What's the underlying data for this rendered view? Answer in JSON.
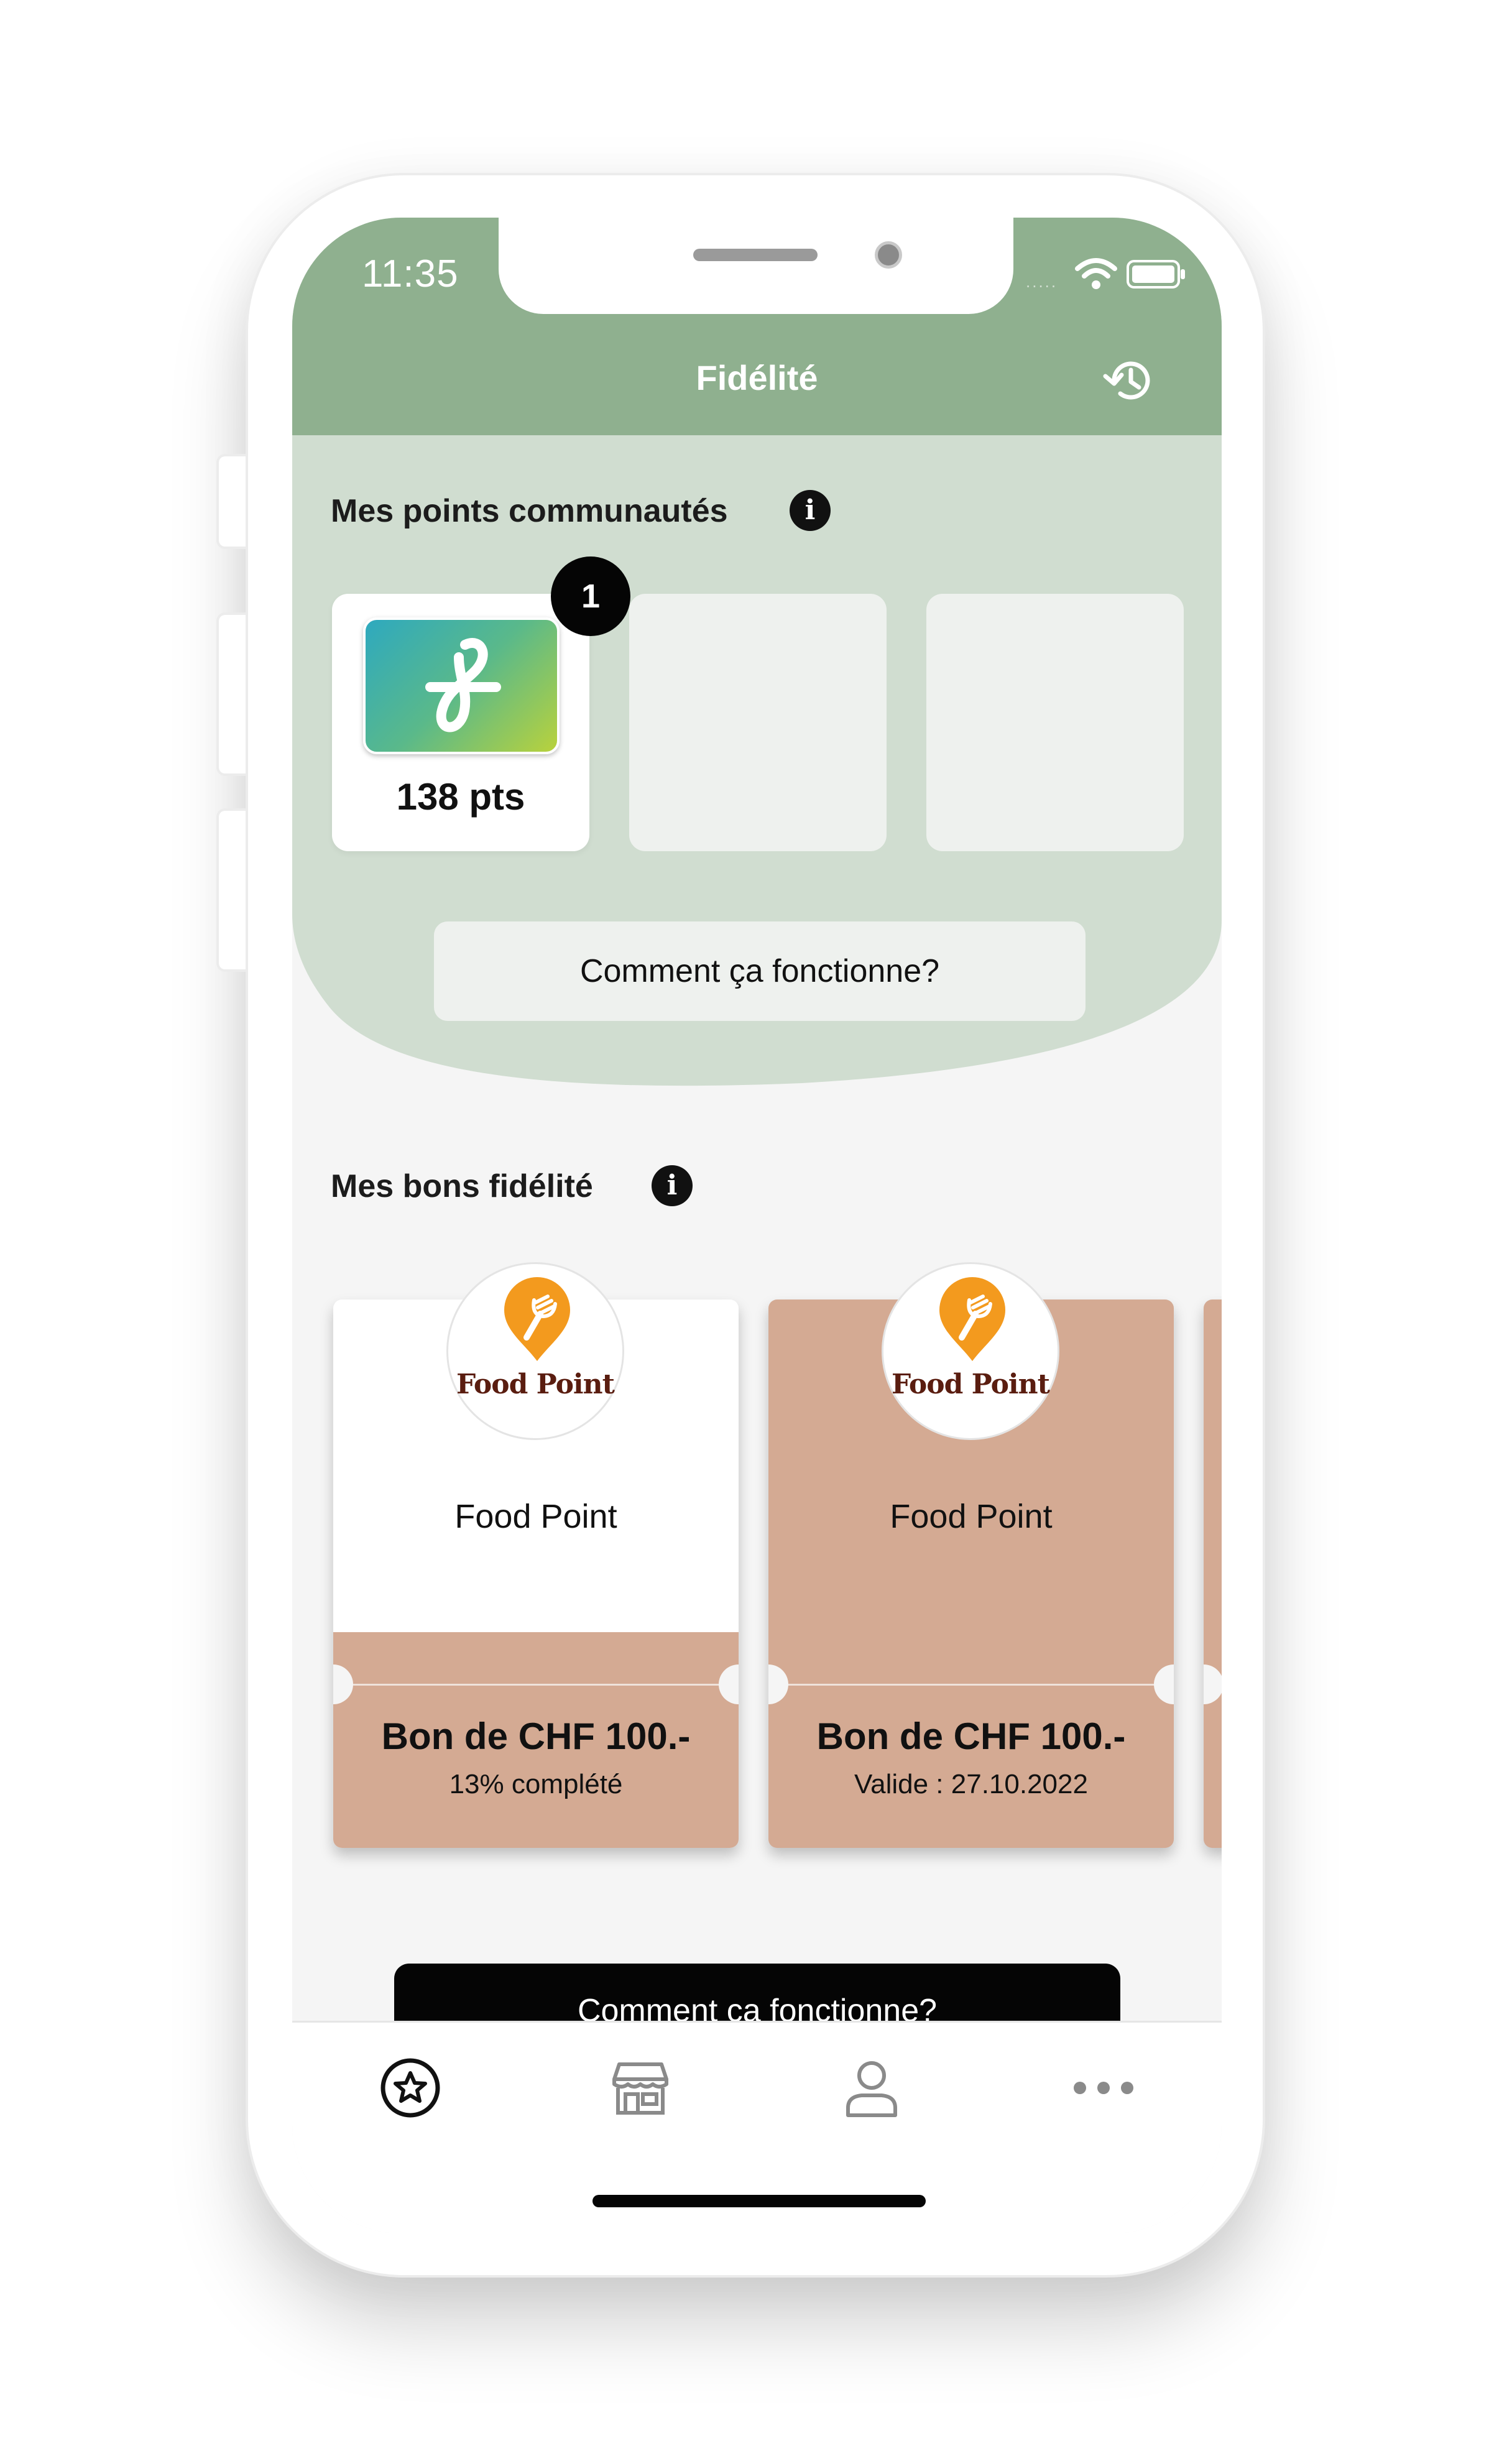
{
  "status_bar": {
    "time": "11:35",
    "signal": "....."
  },
  "header": {
    "title": "Fidélité",
    "history_icon": "history-icon",
    "background_color": "#8fb08f"
  },
  "points_section": {
    "title": "Mes points communautés",
    "info_icon": "i",
    "communities": [
      {
        "logo": "community-logo-icon",
        "points": "138 pts",
        "badge": "1"
      },
      {
        "empty": true
      },
      {
        "empty": true
      }
    ],
    "how_it_works_label": "Comment ça fonctionne?"
  },
  "vouchers_section": {
    "title": "Mes bons fidélité",
    "info_icon": "i",
    "vouchers": [
      {
        "logo_text": "Food Point",
        "merchant": "Food Point",
        "amount": "Bon de CHF 100.-",
        "status": "13% complété",
        "progress_percent": 13
      },
      {
        "logo_text": "Food Point",
        "merchant": "Food Point",
        "amount": "Bon de CHF 100.-",
        "status": "Valide : 27.10.2022"
      }
    ],
    "voucher_color": "#d4aa93",
    "how_it_works_label": "Comment ça fonctionne?"
  },
  "tab_bar": {
    "tabs": [
      {
        "icon": "star-circle-icon",
        "active": true
      },
      {
        "icon": "store-icon",
        "active": false
      },
      {
        "icon": "user-icon",
        "active": false
      },
      {
        "icon": "more-dots-icon",
        "active": false
      }
    ]
  }
}
